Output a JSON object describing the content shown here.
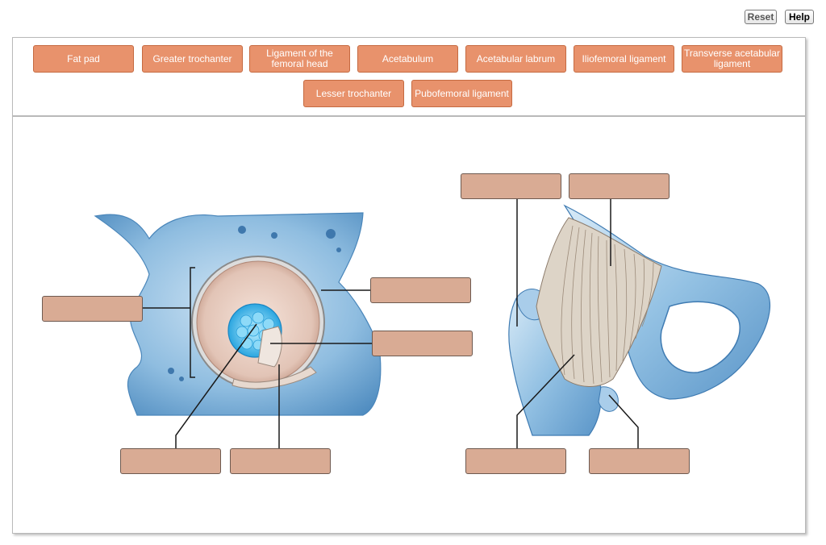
{
  "toolbar": {
    "reset_label": "Reset",
    "help_label": "Help"
  },
  "labels": [
    "Fat pad",
    "Greater trochanter",
    "Ligament of the femoral head",
    "Acetabulum",
    "Acetabular labrum",
    "Iliofemoral ligament",
    "Transverse acetabular ligament",
    "Lesser trochanter",
    "Pubofemoral ligament"
  ],
  "drop_targets": [
    "",
    "",
    "",
    "",
    "",
    "",
    "",
    "",
    ""
  ],
  "colors": {
    "chip_fill": "#e8926c",
    "target_fill": "#d9ab94",
    "bone_blue": "#8fbde0"
  }
}
